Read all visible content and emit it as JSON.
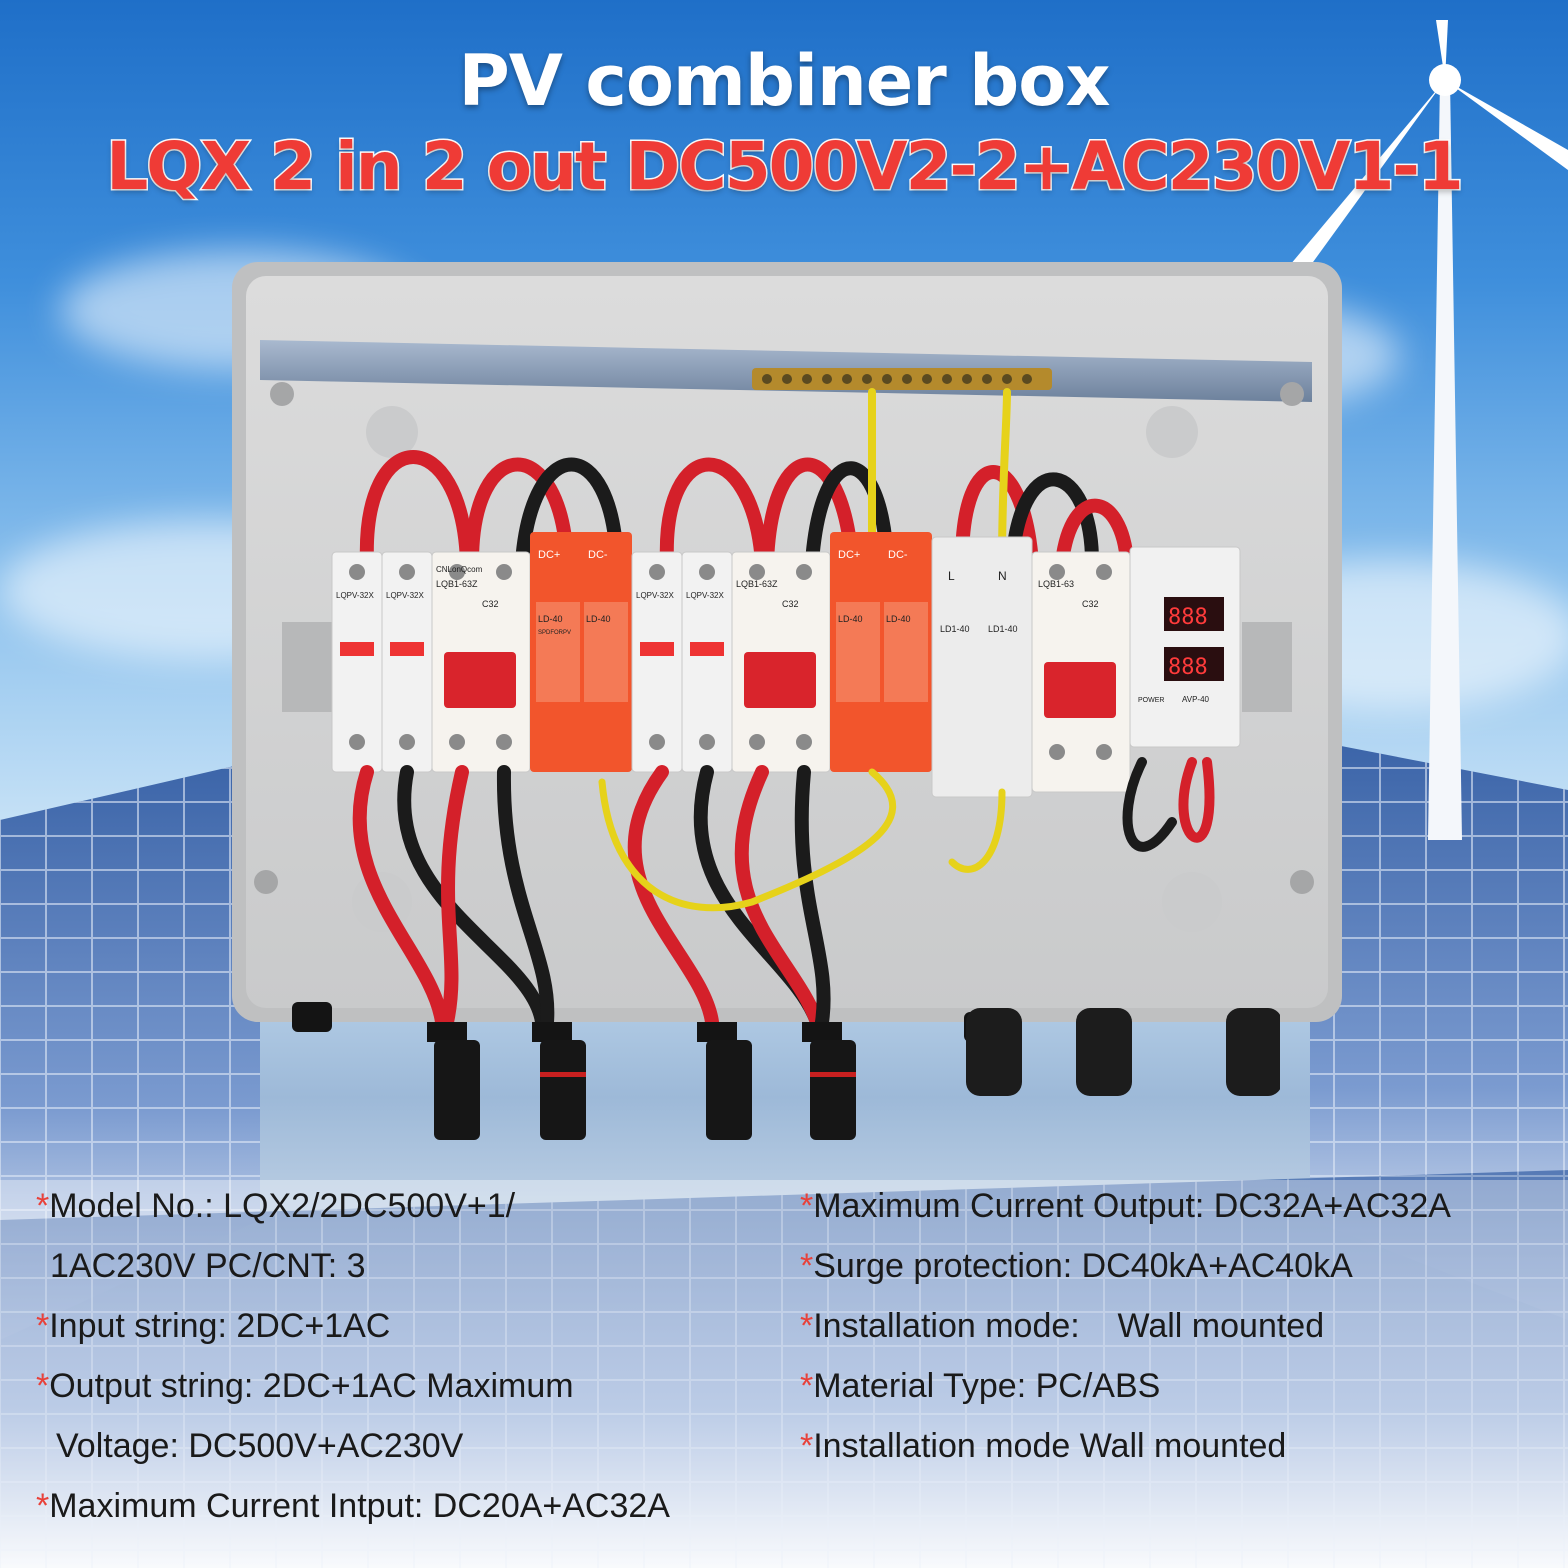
{
  "header": {
    "title": "PV combiner box",
    "subtitle": "LQX 2 in 2 out DC500V2-2+AC230V1-1"
  },
  "device_labels": {
    "brand": "CNLonQcom",
    "fuse_holder": "LQPV-32X",
    "dc_breaker": "LQB1-63Z",
    "dc_breaker_rating": "C32",
    "dc_spd": "LD-40",
    "dc_spd_type": "SPDFORPV",
    "dc_plus": "DC+",
    "dc_minus": "DC-",
    "ac_spd": "LD1-40",
    "ac_l": "L",
    "ac_n": "N",
    "ac_breaker": "LQB1-63",
    "ac_breaker_rating": "C32",
    "voltage_protector": "AVP-40",
    "display_value": "888",
    "power_label": "POWER"
  },
  "specs": {
    "star": "*",
    "left": [
      {
        "text": "Model No.: LQX2/2DC500V+1/",
        "star": true
      },
      {
        "text": "1AC230V PC/CNT: 3",
        "star": false
      },
      {
        "text": "Input string: 2DC+1AC",
        "star": true
      },
      {
        "text": "Output string: 2DC+1AC Maximum",
        "star": true
      },
      {
        "text": "Voltage: DC500V+AC230V",
        "star": false
      },
      {
        "text": "Maximum Current Intput: DC20A+AC32A",
        "star": true
      }
    ],
    "right": [
      {
        "text": "Maximum Current Output: DC32A+AC32A",
        "star": true
      },
      {
        "text": "Surge protection: DC40kA+AC40kA",
        "star": true
      },
      {
        "text": "Installation mode:    Wall mounted",
        "star": true
      },
      {
        "text": "Material Type: PC/ABS",
        "star": true
      },
      {
        "text": "Installation mode Wall mounted",
        "star": true
      }
    ]
  },
  "colors": {
    "title": "#ffffff",
    "subtitle": "#ef3b36",
    "star": "#e8413a",
    "box": "#d9dadb",
    "spd": "#f2552c",
    "cable_red": "#d4202a",
    "cable_black": "#1b1b1b",
    "earth_wire": "#e6d21a"
  }
}
